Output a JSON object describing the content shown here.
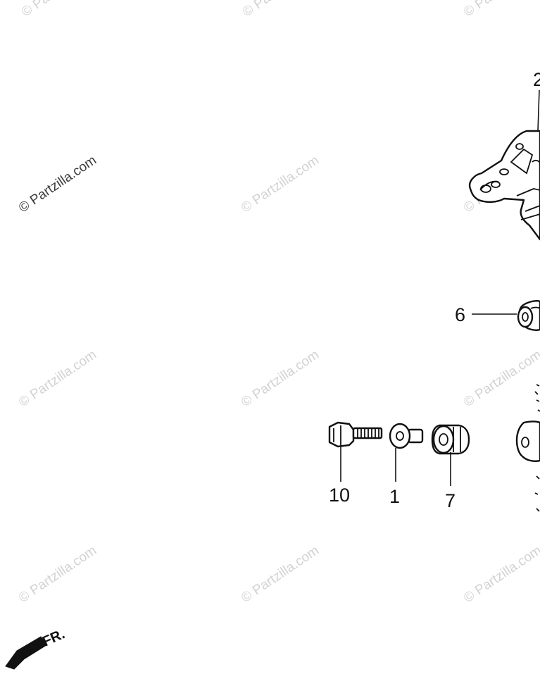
{
  "watermark": {
    "text": "© Partzilla.com"
  },
  "callouts": {
    "c2": "2",
    "c6": "6",
    "c10": "10",
    "c1": "1",
    "c7": "7"
  },
  "direction": {
    "label": "FR."
  },
  "colors": {
    "line": "#111111",
    "watermark": "#d2d2d2",
    "background": "#ffffff"
  },
  "icons": {
    "front_arrow": "arrow-left-icon"
  }
}
